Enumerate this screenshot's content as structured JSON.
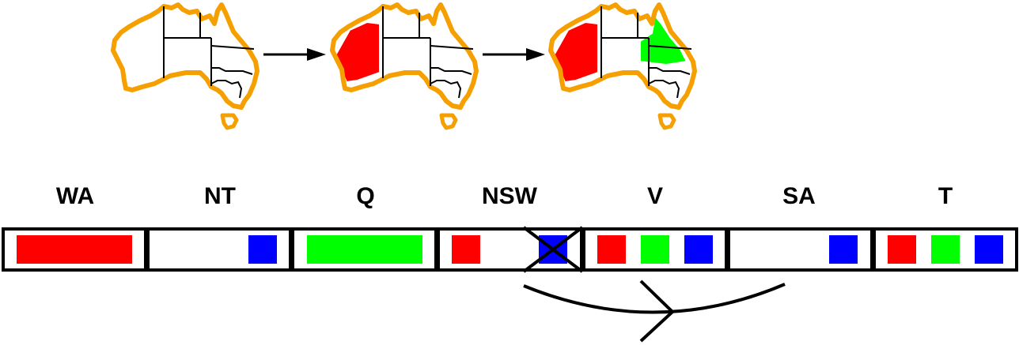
{
  "variables": [
    {
      "label": "WA",
      "domain": [
        "red"
      ]
    },
    {
      "label": "NT",
      "domain": [
        "blue"
      ]
    },
    {
      "label": "Q",
      "domain": [
        "green"
      ]
    },
    {
      "label": "NSW",
      "domain": [
        "red",
        "blue"
      ],
      "crossed_out": [
        "blue"
      ]
    },
    {
      "label": "V",
      "domain": [
        "red",
        "green",
        "blue"
      ]
    },
    {
      "label": "SA",
      "domain": [
        "blue"
      ]
    },
    {
      "label": "T",
      "domain": [
        "red",
        "green",
        "blue"
      ]
    }
  ],
  "maps": [
    {
      "step": 1,
      "colored_regions": {}
    },
    {
      "step": 2,
      "colored_regions": {
        "WA": "red"
      }
    },
    {
      "step": 3,
      "colored_regions": {
        "WA": "red",
        "Q": "green"
      }
    }
  ],
  "arc": {
    "from": "NSW",
    "to": "SA"
  },
  "colors": {
    "red": "#ff0000",
    "green": "#00ff00",
    "blue": "#0000ff",
    "outline": "#f5a000",
    "border": "#000000"
  }
}
